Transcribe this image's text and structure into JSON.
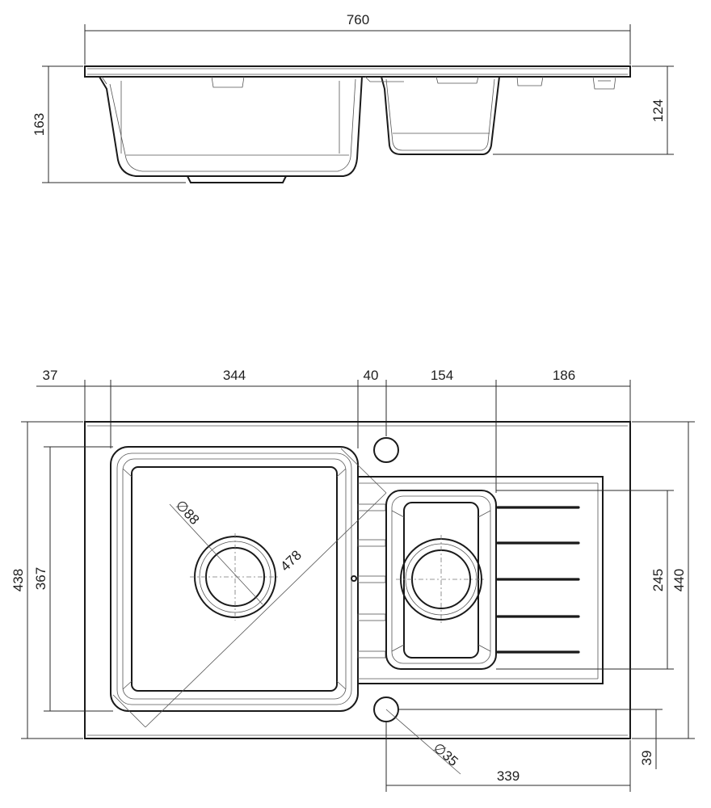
{
  "side_view": {
    "overall_width": "760",
    "total_height": "163",
    "small_bowl_height": "124"
  },
  "top_view": {
    "margin_left": "37",
    "main_bowl_width": "344",
    "divider": "40",
    "small_bowl_width": "154",
    "drainer_width": "186",
    "overall_depth": "438",
    "main_bowl_depth": "367",
    "small_bowl_depth": "245",
    "drainer_depth": "440",
    "diagonal": "478",
    "main_drain_diameter": "∅88",
    "tap_hole_diameter": "∅35",
    "tap_hole_offset_y": "39",
    "tap_hole_offset_x": "339"
  }
}
